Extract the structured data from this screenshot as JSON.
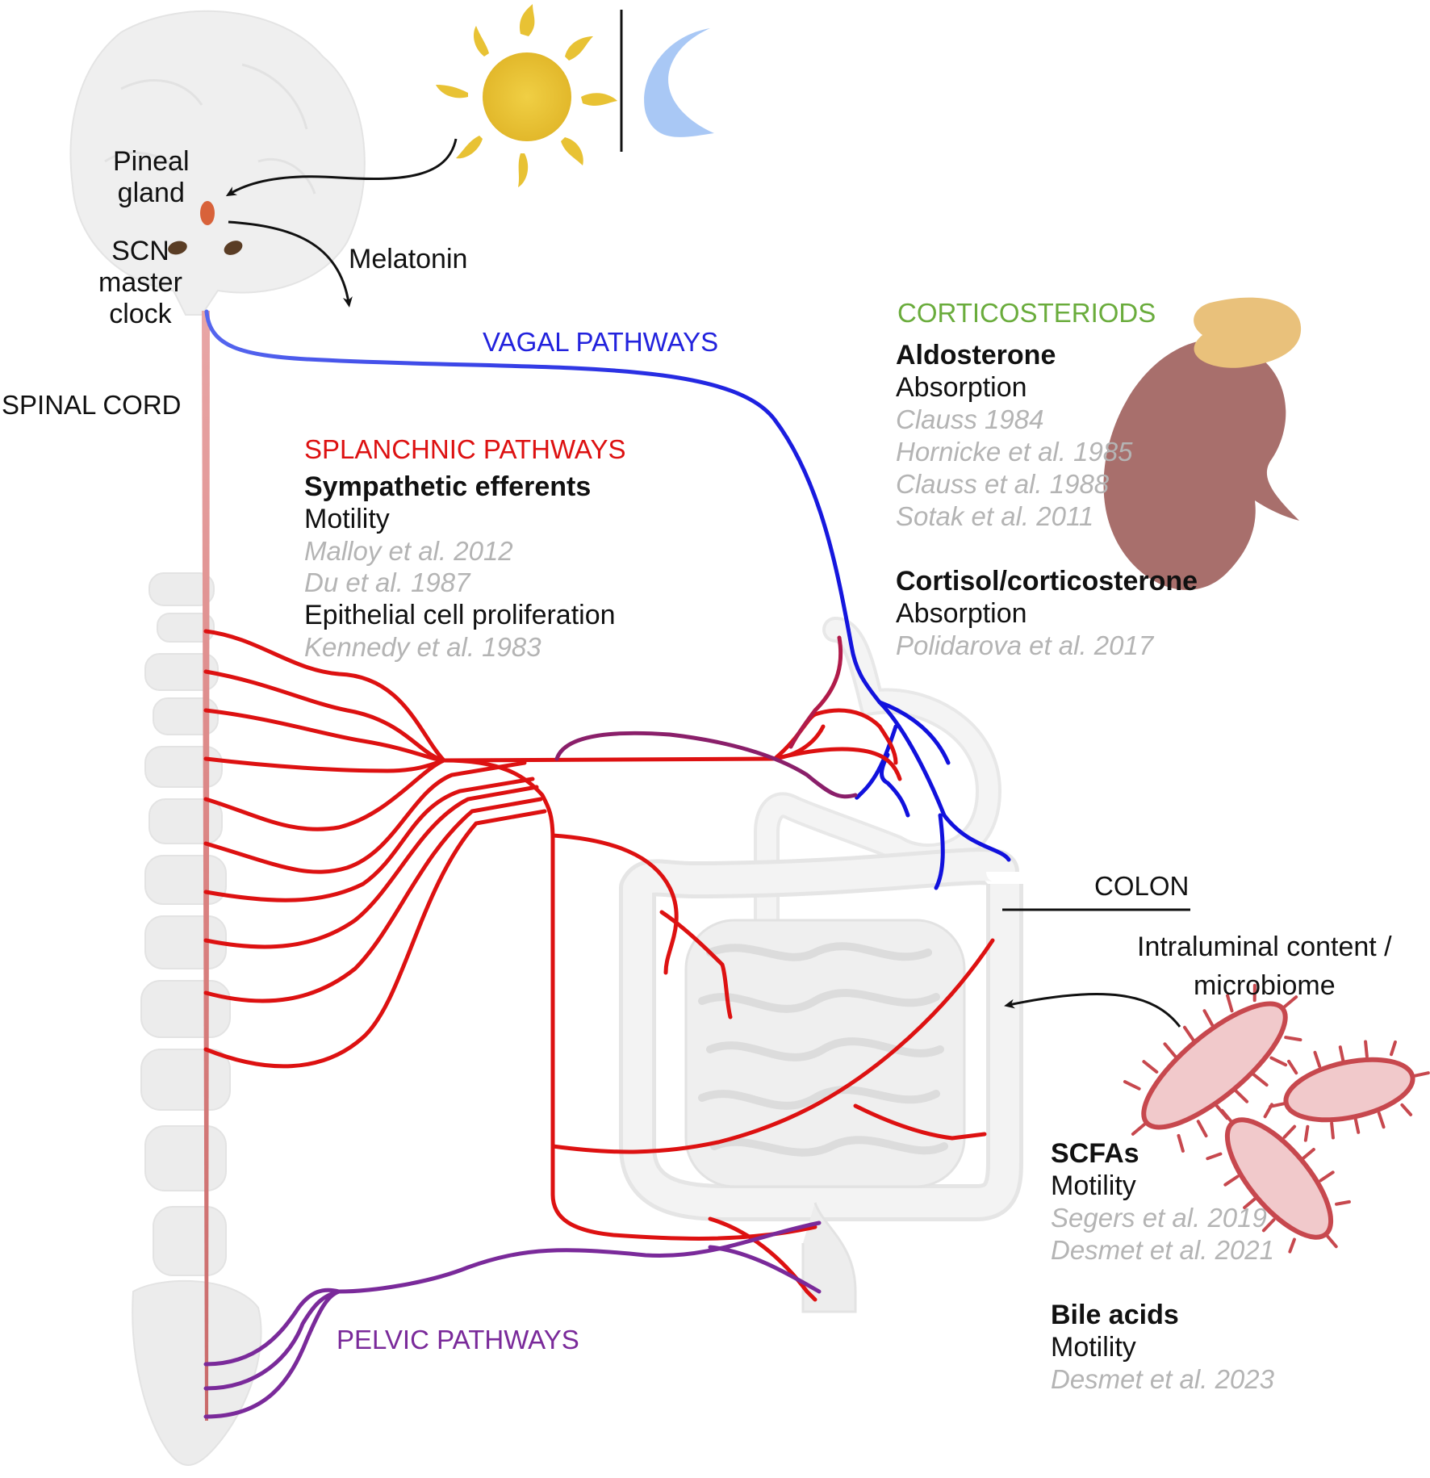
{
  "labels": {
    "pineal": "Pineal\ngland",
    "scn": "SCN\nmaster\nclock",
    "melatonin": "Melatonin",
    "spinal_cord": "SPINAL CORD",
    "vagal": "VAGAL PATHWAYS",
    "splanchnic": "SPLANCHNIC PATHWAYS",
    "pelvic": "PELVIC PATHWAYS",
    "corticosteroids": "CORTICOSTERIODS",
    "colon": "COLON",
    "intraluminal": "Intraluminal content /\nmicrobiome"
  },
  "splanchnic_block": {
    "heading": "Sympathetic efferents",
    "effect1": "Motility",
    "cites1": [
      "Malloy et al. 2012",
      "Du et al. 1987"
    ],
    "effect2": "Epithelial cell proliferation",
    "cites2": [
      "Kennedy et al. 1983"
    ]
  },
  "aldosterone_block": {
    "heading": "Aldosterone",
    "effect": "Absorption",
    "cites": [
      "Clauss 1984",
      "Hornicke et al. 1985",
      "Clauss et al. 1988",
      "Sotak et al. 2011"
    ]
  },
  "cortisol_block": {
    "heading": "Cortisol/corticosterone",
    "effect": "Absorption",
    "cites": [
      "Polidarova et al. 2017"
    ]
  },
  "scfa_block": {
    "heading": "SCFAs",
    "effect": "Motility",
    "cites": [
      "Segers et al. 2019",
      "Desmet et al. 2021"
    ]
  },
  "bile_block": {
    "heading": "Bile acids",
    "effect": "Motility",
    "cites": [
      "Desmet et al. 2023"
    ]
  },
  "colors": {
    "vagal": "#2222dd",
    "splanchnic": "#dd1111",
    "pelvic": "#7a2a9a",
    "corticosteroids": "#6aac3c",
    "citation": "#b4b4b4",
    "sun": "#e8c234",
    "moon": "#a9c8f5",
    "kidney": "#a86f6c",
    "adrenal": "#e9c17b",
    "pineal": "#d8623a",
    "scn": "#5a3d25"
  },
  "icons": [
    "sun-icon",
    "moon-icon",
    "kidney-icon",
    "bacteria-icon",
    "brain-icon",
    "spine-icon",
    "gut-icon"
  ]
}
